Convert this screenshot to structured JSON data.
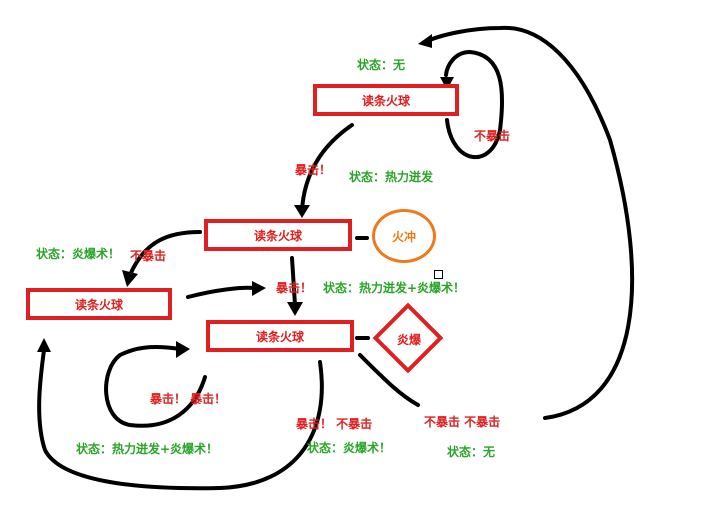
{
  "nodes": {
    "box1": "读条火球",
    "box2": "读条火球",
    "box3": "读条火球",
    "box4": "读条火球",
    "fire_charge": "火冲",
    "blast": "炎爆"
  },
  "labels": {
    "state_none_top": "状态：无",
    "no_crit_top": "不暴击",
    "crit_top": "暴击！",
    "state_heating_up": "状态：热力迸发",
    "state_pyro_crit_left": "状态：炎爆术！",
    "no_crit_left": "不暴击",
    "crit_mid": "暴击！",
    "state_heating_pyro_mid": "状态：热力迸发+炎爆术！",
    "crit_crit_bottom_left": "暴击！ 暴击！",
    "state_heating_pyro_bottom": "状态：热力迸发+炎爆术！",
    "crit_nocrit_bottom": "暴击！ 不暴击",
    "state_pyro_bottom": "状态：炎爆术！",
    "nocrit_nocrit_bottom_right": "不暴击  不暴击",
    "state_none_bottom_right": "状态：无"
  },
  "colors": {
    "box_red": "#e02020",
    "state_green": "#2aa52a",
    "fire_charge_orange": "#ef7a1a",
    "arrow_black": "#000000"
  }
}
